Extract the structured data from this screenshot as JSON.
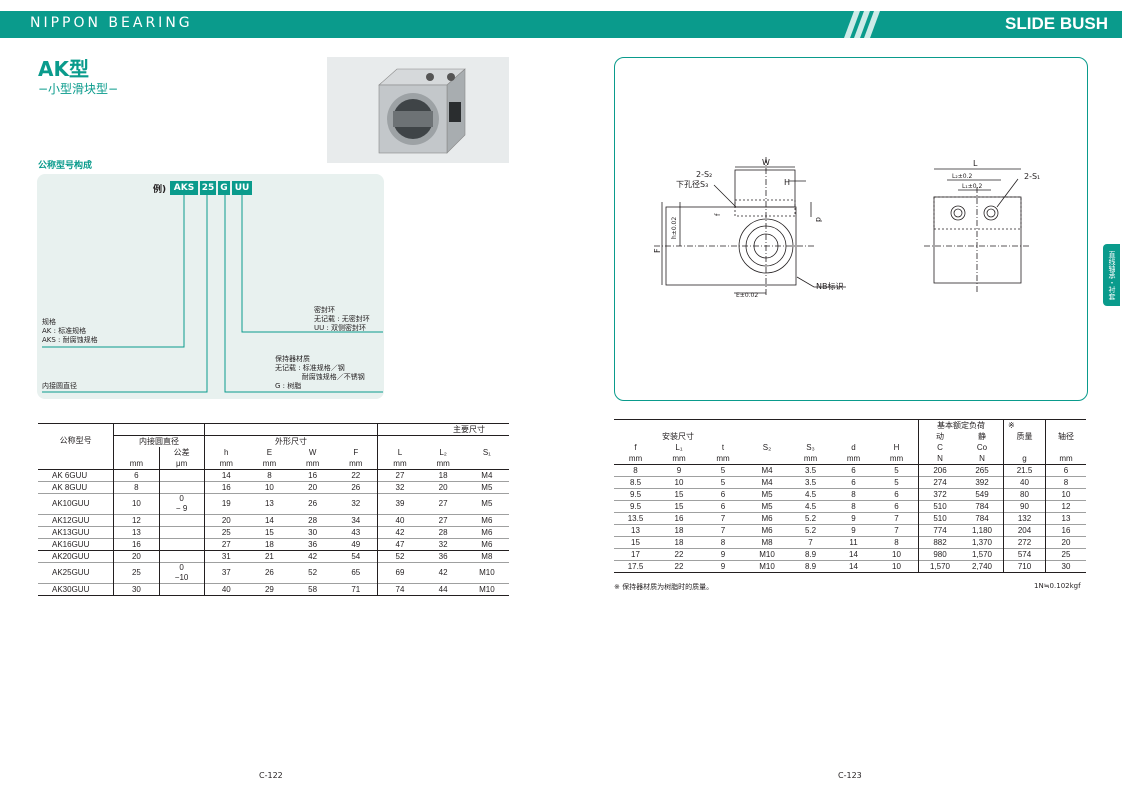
{
  "header": {
    "brand": "NIPPON BEARING",
    "section": "SLIDE BUSH"
  },
  "left": {
    "title": "AK型",
    "subtitle": "−小型滑块型−",
    "code_section_title": "公称型号构成",
    "example_label": "例)",
    "code_parts": [
      "AKS",
      "25",
      "G",
      "UU"
    ],
    "annotations": {
      "spec": "规格\nAK : 标准规格\nAKS : 耐腐蚀规格",
      "bore": "内接圆直径",
      "seal": "密封环\n无记载 : 无密封环\nUU : 双侧密封环",
      "retainer": "保持器材质\n无记载 : 标准规格／钢\n            耐腐蚀规格／不锈钢\nG : 树脂"
    },
    "table": {
      "group_header": "主要尺寸",
      "headers": [
        "公称型号",
        "内接圆直径",
        "公差",
        "外形尺寸",
        "h",
        "E",
        "W",
        "F",
        "L",
        "L₂",
        "S₁"
      ],
      "units": [
        "mm",
        "μm",
        "mm",
        "mm",
        "mm",
        "mm",
        "mm",
        "mm"
      ],
      "tolerance_groups": [
        {
          "upper": "0",
          "lower": "− 9"
        },
        {
          "upper": "0",
          "lower": "−10"
        }
      ],
      "rows": [
        [
          "AK  6GUU",
          "6",
          "14",
          "8",
          "16",
          "22",
          "27",
          "18",
          "M4"
        ],
        [
          "AK  8GUU",
          "8",
          "16",
          "10",
          "20",
          "26",
          "32",
          "20",
          "M5"
        ],
        [
          "AK10GUU",
          "10",
          "19",
          "13",
          "26",
          "32",
          "39",
          "27",
          "M5"
        ],
        [
          "AK12GUU",
          "12",
          "20",
          "14",
          "28",
          "34",
          "40",
          "27",
          "M6"
        ],
        [
          "AK13GUU",
          "13",
          "25",
          "15",
          "30",
          "43",
          "42",
          "28",
          "M6"
        ],
        [
          "AK16GUU",
          "16",
          "27",
          "18",
          "36",
          "49",
          "47",
          "32",
          "M6"
        ],
        [
          "AK20GUU",
          "20",
          "31",
          "21",
          "42",
          "54",
          "52",
          "36",
          "M8"
        ],
        [
          "AK25GUU",
          "25",
          "37",
          "26",
          "52",
          "65",
          "69",
          "42",
          "M10"
        ],
        [
          "AK30GUU",
          "30",
          "40",
          "29",
          "58",
          "71",
          "74",
          "44",
          "M10"
        ]
      ]
    },
    "page": "C-122"
  },
  "right": {
    "diagram_labels": {
      "w": "W",
      "h": "H",
      "s2": "2-S₂",
      "s3": "下孔径S₃",
      "f": "F",
      "hpm": "h±0.02",
      "d": "d",
      "f_small": "f",
      "epm": "E±0.02",
      "nb": "NB标识",
      "l": "L",
      "l2": "L₂±0.2",
      "l1": "L₁±0.2",
      "s1": "2-S₁"
    },
    "table": {
      "headers_top": [
        "安装尺寸",
        "基本额定负荷",
        "※",
        "轴径"
      ],
      "load_sub": [
        "动",
        "静"
      ],
      "mass": "质量",
      "cols": [
        "f",
        "L₁",
        "t",
        "S₂",
        "S₃",
        "d",
        "H",
        "C",
        "Co",
        "g"
      ],
      "units": [
        "mm",
        "mm",
        "mm",
        "mm",
        "mm",
        "mm",
        "N",
        "N",
        "g",
        "mm"
      ],
      "rows": [
        [
          "8",
          "9",
          "5",
          "M4",
          "3.5",
          "6",
          "5",
          "206",
          "265",
          "21.5",
          "6"
        ],
        [
          "8.5",
          "10",
          "5",
          "M4",
          "3.5",
          "6",
          "5",
          "274",
          "392",
          "40",
          "8"
        ],
        [
          "9.5",
          "15",
          "6",
          "M5",
          "4.5",
          "8",
          "6",
          "372",
          "549",
          "80",
          "10"
        ],
        [
          "9.5",
          "15",
          "6",
          "M5",
          "4.5",
          "8",
          "6",
          "510",
          "784",
          "90",
          "12"
        ],
        [
          "13.5",
          "16",
          "7",
          "M6",
          "5.2",
          "9",
          "7",
          "510",
          "784",
          "132",
          "13"
        ],
        [
          "13",
          "18",
          "7",
          "M6",
          "5.2",
          "9",
          "7",
          "774",
          "1,180",
          "204",
          "16"
        ],
        [
          "15",
          "18",
          "8",
          "M8",
          "7",
          "11",
          "8",
          "882",
          "1,370",
          "272",
          "20"
        ],
        [
          "17",
          "22",
          "9",
          "M10",
          "8.9",
          "14",
          "10",
          "980",
          "1,570",
          "574",
          "25"
        ],
        [
          "17.5",
          "22",
          "9",
          "M10",
          "8.9",
          "14",
          "10",
          "1,570",
          "2,740",
          "710",
          "30"
        ]
      ],
      "note": "※ 保持器材质为树脂时的质量。",
      "conversion": "1N≒0.102kgf"
    },
    "side_tab": "直线轴承・衬套",
    "page": "C-123"
  }
}
